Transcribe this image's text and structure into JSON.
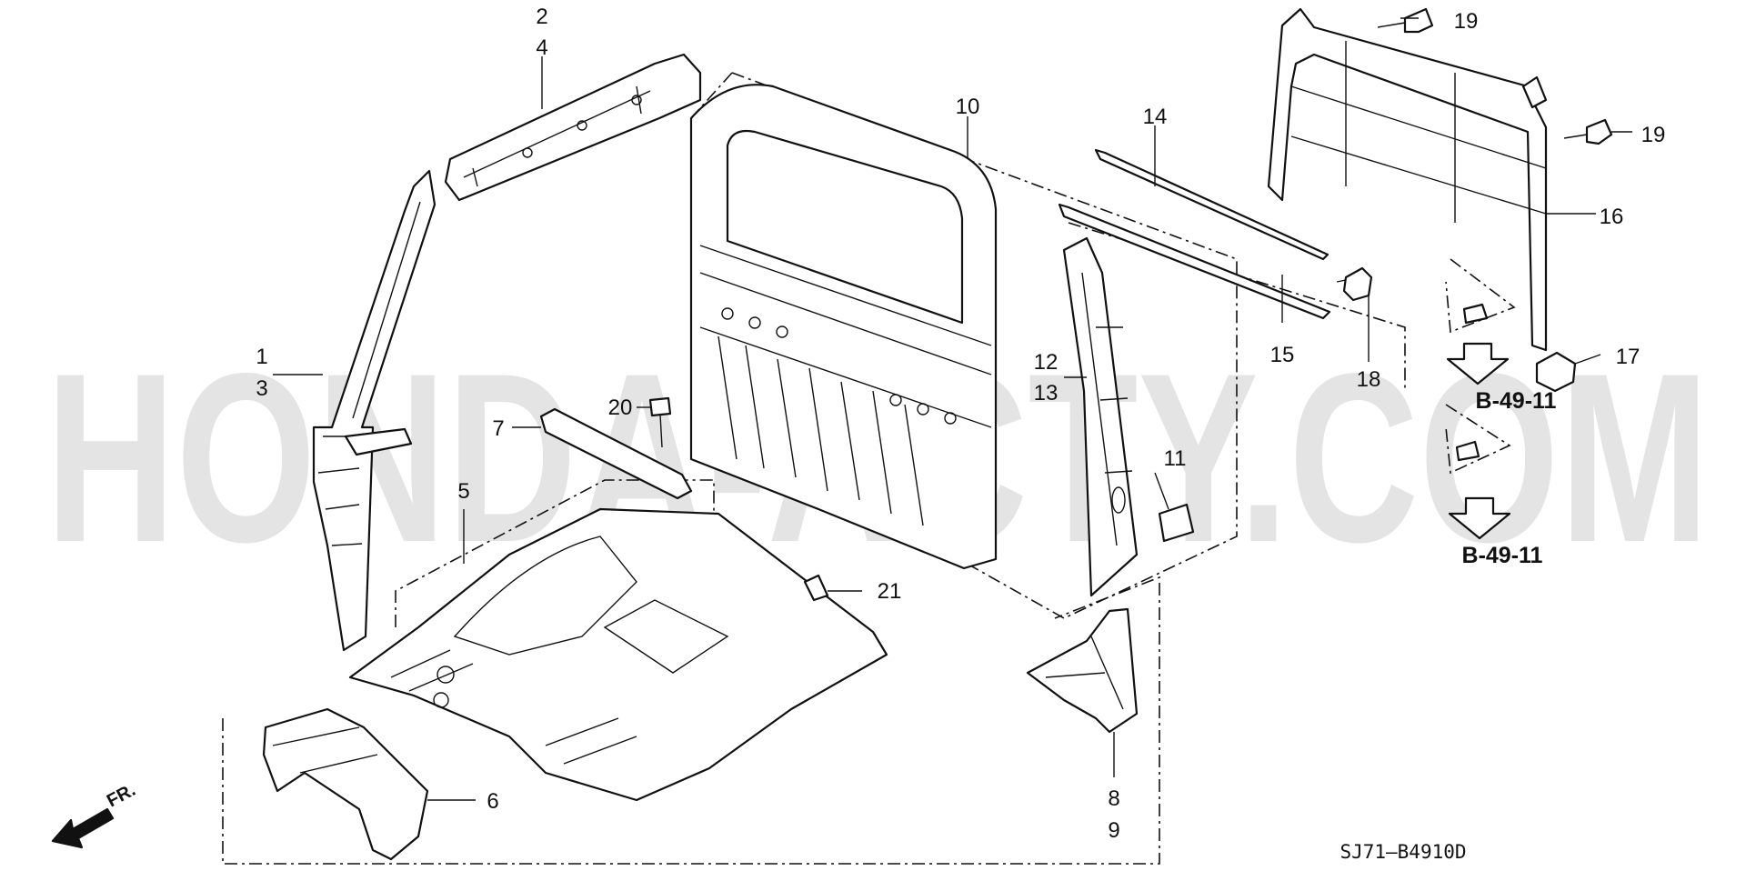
{
  "watermark": "HONDA-ACTY.COM",
  "diagram_code": "SJ71—B4910D",
  "front_marker": "FR.",
  "callouts": {
    "c1": "1",
    "c2": "2",
    "c3": "3",
    "c4": "4",
    "c5": "5",
    "c6": "6",
    "c7": "7",
    "c8": "8",
    "c9": "9",
    "c10": "10",
    "c11": "11",
    "c12": "12",
    "c13": "13",
    "c14": "14",
    "c15": "15",
    "c16": "16",
    "c17": "17",
    "c18": "18",
    "c19a": "19",
    "c19b": "19",
    "c20": "20",
    "c21": "21"
  },
  "references": {
    "ref_upper": "B-49-11",
    "ref_lower": "B-49-11"
  }
}
